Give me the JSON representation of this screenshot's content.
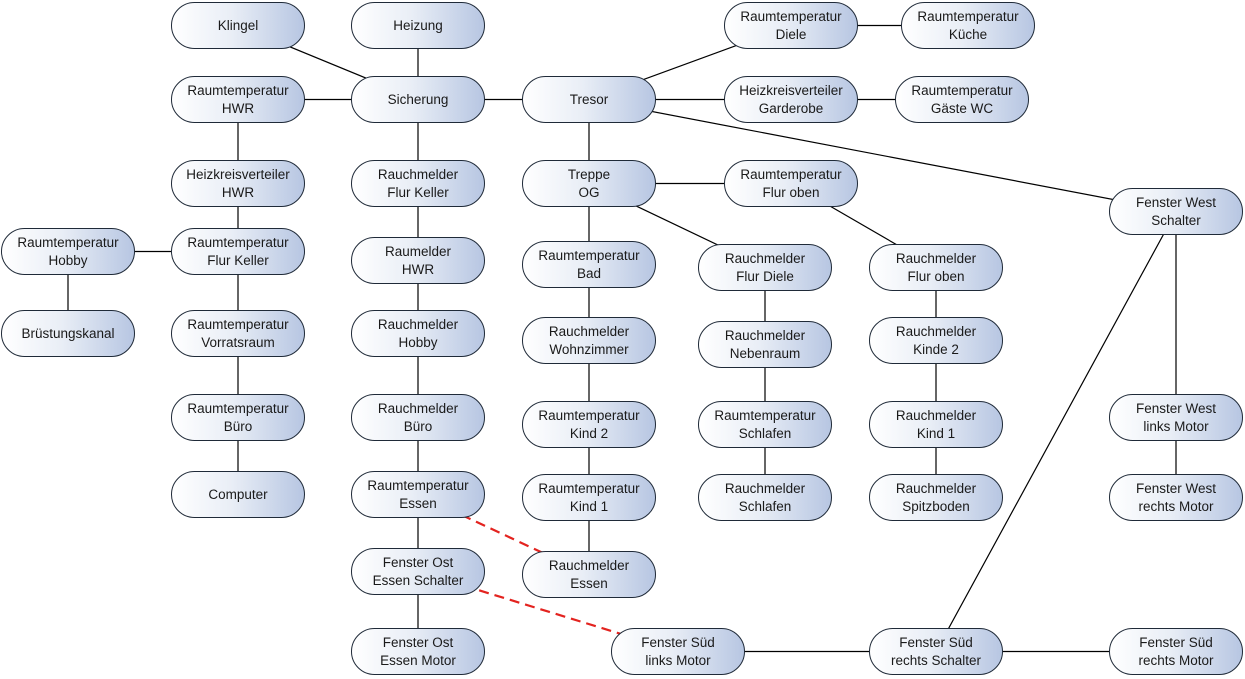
{
  "nodes": {
    "klingel": "Klingel",
    "heizung": "Heizung",
    "rt_diele": "Raumtemperatur\nDiele",
    "rt_kueche": "Raumtemperatur\nKüche",
    "rt_hwr": "Raumtemperatur\nHWR",
    "sicherung": "Sicherung",
    "tresor": "Tresor",
    "hkv_garderobe": "Heizkreisverteiler\nGarderobe",
    "rt_gaeste_wc": "Raumtemperatur\nGäste WC",
    "hkv_hwr": "Heizkreisverteiler\nHWR",
    "rm_flur_keller": "Rauchmelder\nFlur Keller",
    "treppe_og": "Treppe\nOG",
    "rt_flur_oben": "Raumtemperatur\nFlur oben",
    "fenster_west_schalter": "Fenster West\nSchalter",
    "rt_hobby": "Raumtemperatur\nHobby",
    "rt_flur_keller": "Raumtemperatur\nFlur Keller",
    "raumelder_hwr": "Raumelder\nHWR",
    "rt_bad": "Raumtemperatur\nBad",
    "rm_flur_diele": "Rauchmelder\nFlur Diele",
    "rm_flur_oben": "Rauchmelder\nFlur oben",
    "bruestungskanal": "Brüstungskanal",
    "rt_vorratsraum": "Raumtemperatur\nVorratsraum",
    "rm_hobby": "Rauchmelder\nHobby",
    "rm_wohnzimmer": "Rauchmelder\nWohnzimmer",
    "rm_nebenraum": "Rauchmelder\nNebenraum",
    "rm_kinde2": "Rauchmelder\nKinde 2",
    "rt_buero": "Raumtemperatur\nBüro",
    "rm_buero": "Rauchmelder\nBüro",
    "rt_kind2": "Raumtemperatur\nKind 2",
    "rt_schlafen": "Raumtemperatur\nSchlafen",
    "rm_kind1": "Rauchmelder\nKind 1",
    "fenster_west_links": "Fenster West\nlinks Motor",
    "computer": "Computer",
    "rt_essen": "Raumtemperatur\nEssen",
    "rt_kind1": "Raumtemperatur\nKind 1",
    "rm_schlafen": "Rauchmelder\nSchlafen",
    "rm_spitzboden": "Rauchmelder\nSpitzboden",
    "fenster_west_rechts": "Fenster West\nrechts Motor",
    "fenster_ost_schalter": "Fenster Ost\nEssen Schalter",
    "rm_essen": "Rauchmelder\nEssen",
    "fenster_ost_motor": "Fenster Ost\nEssen Motor",
    "fenster_sued_links": "Fenster Süd\nlinks Motor",
    "fenster_sued_schalter": "Fenster Süd\nrechts Schalter",
    "fenster_sued_rechts": "Fenster Süd\nrechts Motor"
  },
  "edges": [
    {
      "from": "klingel",
      "to": "sicherung",
      "style": "solid"
    },
    {
      "from": "heizung",
      "to": "sicherung",
      "style": "solid"
    },
    {
      "from": "rt_hwr",
      "to": "sicherung",
      "style": "solid"
    },
    {
      "from": "sicherung",
      "to": "tresor",
      "style": "solid"
    },
    {
      "from": "sicherung",
      "to": "rm_flur_keller",
      "style": "solid"
    },
    {
      "from": "rt_hwr",
      "to": "hkv_hwr",
      "style": "solid"
    },
    {
      "from": "hkv_hwr",
      "to": "rt_flur_keller",
      "style": "solid"
    },
    {
      "from": "rt_hobby",
      "to": "rt_flur_keller",
      "style": "solid"
    },
    {
      "from": "rt_hobby",
      "to": "bruestungskanal",
      "style": "solid"
    },
    {
      "from": "rt_flur_keller",
      "to": "rt_vorratsraum",
      "style": "solid"
    },
    {
      "from": "rt_vorratsraum",
      "to": "rt_buero",
      "style": "solid"
    },
    {
      "from": "rt_buero",
      "to": "computer",
      "style": "solid"
    },
    {
      "from": "rm_flur_keller",
      "to": "raumelder_hwr",
      "style": "solid"
    },
    {
      "from": "raumelder_hwr",
      "to": "rm_hobby",
      "style": "solid"
    },
    {
      "from": "rm_hobby",
      "to": "rm_buero",
      "style": "solid"
    },
    {
      "from": "rm_buero",
      "to": "rt_essen",
      "style": "solid"
    },
    {
      "from": "rt_essen",
      "to": "fenster_ost_schalter",
      "style": "solid"
    },
    {
      "from": "fenster_ost_schalter",
      "to": "fenster_ost_motor",
      "style": "solid"
    },
    {
      "from": "tresor",
      "to": "rt_diele",
      "style": "solid"
    },
    {
      "from": "rt_diele",
      "to": "rt_kueche",
      "style": "solid"
    },
    {
      "from": "tresor",
      "to": "hkv_garderobe",
      "style": "solid"
    },
    {
      "from": "hkv_garderobe",
      "to": "rt_gaeste_wc",
      "style": "solid"
    },
    {
      "from": "tresor",
      "to": "treppe_og",
      "style": "solid"
    },
    {
      "from": "tresor",
      "to": "fenster_west_schalter",
      "style": "solid"
    },
    {
      "from": "treppe_og",
      "to": "rt_flur_oben",
      "style": "solid"
    },
    {
      "from": "treppe_og",
      "to": "rt_bad",
      "style": "solid"
    },
    {
      "from": "treppe_og",
      "to": "rm_flur_diele",
      "style": "solid"
    },
    {
      "from": "rt_flur_oben",
      "to": "rm_flur_oben",
      "style": "solid"
    },
    {
      "from": "rt_bad",
      "to": "rm_wohnzimmer",
      "style": "solid"
    },
    {
      "from": "rm_wohnzimmer",
      "to": "rt_kind2",
      "style": "solid"
    },
    {
      "from": "rt_kind2",
      "to": "rt_kind1",
      "style": "solid"
    },
    {
      "from": "rt_kind1",
      "to": "rm_essen",
      "style": "solid"
    },
    {
      "from": "rm_flur_diele",
      "to": "rm_nebenraum",
      "style": "solid"
    },
    {
      "from": "rm_nebenraum",
      "to": "rt_schlafen",
      "style": "solid"
    },
    {
      "from": "rt_schlafen",
      "to": "rm_schlafen",
      "style": "solid"
    },
    {
      "from": "rm_flur_oben",
      "to": "rm_kinde2",
      "style": "solid"
    },
    {
      "from": "rm_kinde2",
      "to": "rm_kind1",
      "style": "solid"
    },
    {
      "from": "rm_kind1",
      "to": "rm_spitzboden",
      "style": "solid"
    },
    {
      "from": "fenster_west_schalter",
      "to": "fenster_west_links",
      "style": "solid"
    },
    {
      "from": "fenster_west_links",
      "to": "fenster_west_rechts",
      "style": "solid"
    },
    {
      "from": "fenster_west_schalter",
      "to": "fenster_sued_schalter",
      "style": "solid"
    },
    {
      "from": "fenster_sued_links",
      "to": "fenster_sued_schalter",
      "style": "solid"
    },
    {
      "from": "fenster_sued_schalter",
      "to": "fenster_sued_rechts",
      "style": "solid"
    },
    {
      "from": "rt_essen",
      "to": "rm_essen",
      "style": "dashed"
    },
    {
      "from": "fenster_ost_schalter",
      "to": "fenster_sued_links",
      "style": "dashed"
    }
  ],
  "colors": {
    "line": "#000000",
    "dashed_line": "#e3231f",
    "node_border": "#1f2a38",
    "node_fill_light": "#ffffff",
    "node_fill_dark": "#b7c6e2"
  }
}
